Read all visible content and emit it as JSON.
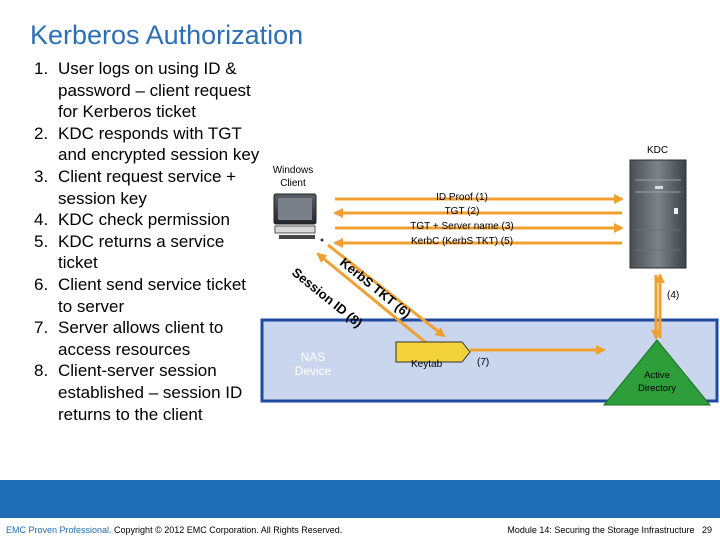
{
  "title": "Kerberos Authorization",
  "steps": [
    {
      "num": "1.",
      "text": "User logs on using ID & password – client request for Kerberos ticket"
    },
    {
      "num": "2.",
      "text": "KDC responds with TGT and encrypted session key"
    },
    {
      "num": "3.",
      "text": "Client request service + session key"
    },
    {
      "num": "4.",
      "text": "KDC check permission"
    },
    {
      "num": "5.",
      "text": "KDC returns a service ticket"
    },
    {
      "num": "6.",
      "text": "Client send service ticket to server"
    },
    {
      "num": "7.",
      "text": "Server allows client to access resources"
    },
    {
      "num": "8.",
      "text": "Client-server session established – session ID returns to the client"
    }
  ],
  "diagram": {
    "client_label_1": "Windows",
    "client_label_2": "Client",
    "kdc_label": "KDC",
    "flow_labels": [
      "ID Proof (1)",
      "TGT (2)",
      "TGT + Server name (3)",
      "KerbC (KerbS TKT) (5)"
    ],
    "kerbs_label": "KerbS TKT (6)",
    "session_label": "Session ID (8)",
    "nas_label_1": "NAS",
    "nas_label_2": "Device",
    "keytab_label": "Keytab",
    "step7_label": "(7)",
    "step4_label": "(4)",
    "ad_label_1": "Active",
    "ad_label_2": "Directory",
    "colors": {
      "title": "#2d6fb5",
      "nas_box": "#1e4ba0",
      "nas_fill": "#c9d6ee",
      "keytab_fill": "#f3d23a",
      "ad_fill": "#2e9e3a",
      "footer": "#1f6db5",
      "arrow": "#f0a030"
    }
  },
  "footer": {
    "brand": "EMC Proven Professional.",
    "copyright": " Copyright © 2012 EMC Corporation. All Rights Reserved.",
    "module": "Module 14: Securing the Storage Infrastructure",
    "page": "29"
  }
}
